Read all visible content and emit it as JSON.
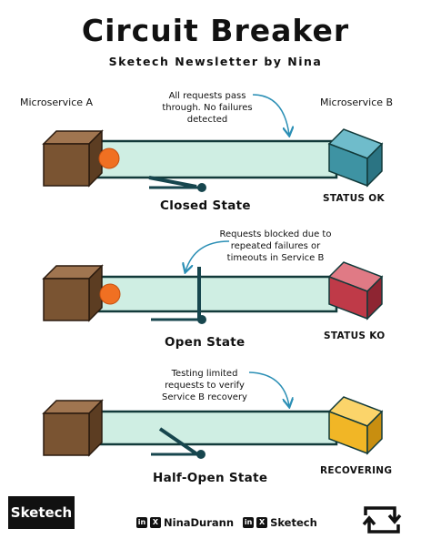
{
  "header": {
    "title": "Circuit Breaker",
    "subtitle": "Sketech Newsletter by Nina"
  },
  "services": {
    "a": "Microservice A",
    "b": "Microservice B"
  },
  "rows": [
    {
      "state": "Closed State",
      "status": "STATUS OK",
      "note": "All requests pass through. No failures detected",
      "colors": {
        "box": "#3e93a3",
        "box_top": "#6fbccb",
        "box_side": "#2b7483"
      }
    },
    {
      "state": "Open State",
      "status": "STATUS KO",
      "note": "Requests blocked due to repeated failures or timeouts in Service B",
      "colors": {
        "box": "#bf3a48",
        "box_top": "#e07a85",
        "box_side": "#8e2532"
      }
    },
    {
      "state": "Half-Open State",
      "status": "RECOVERING",
      "note": "Testing limited requests to verify Service B recovery",
      "colors": {
        "box": "#f1b626",
        "box_top": "#fbd46a",
        "box_side": "#c88e10"
      }
    }
  ],
  "colors": {
    "pipe": "#cfeee3",
    "pipe_border": "#123a3a",
    "source_box": "#7a5432",
    "ball": "#f07022",
    "switch": "#17464e"
  },
  "footer": {
    "logo": "Sketech",
    "handle_1": "NinaDurann",
    "handle_2": "Sketech",
    "icons": [
      "linkedin-icon",
      "x-icon",
      "retweet-icon"
    ]
  }
}
